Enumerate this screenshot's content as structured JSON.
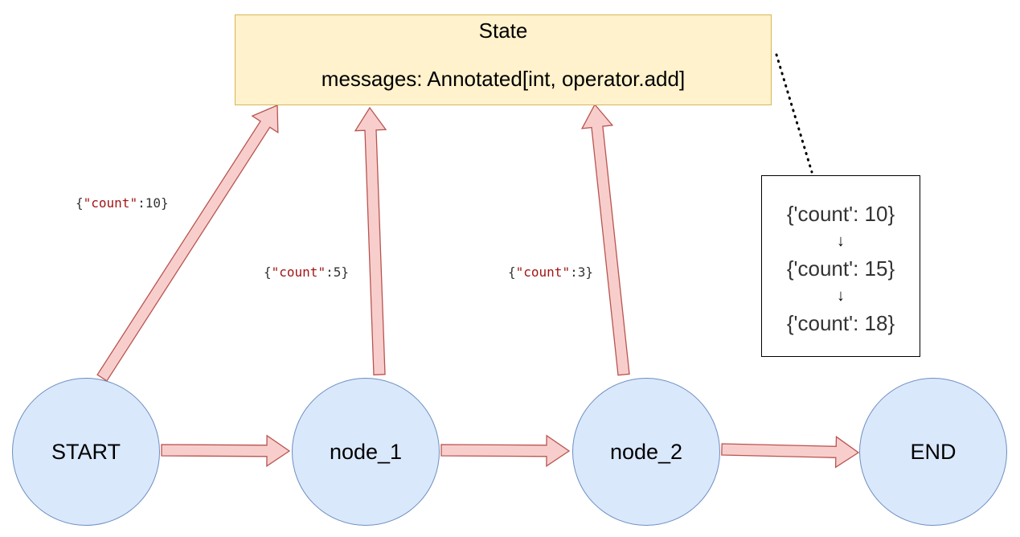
{
  "state": {
    "title": "State",
    "field": "messages: Annotated[int, operator.add]"
  },
  "nodes": {
    "start": "START",
    "node1": "node_1",
    "node2": "node_2",
    "end": "END"
  },
  "edge_labels": {
    "start_update": {
      "open": "{",
      "key": "\"count\"",
      "rest": ":10}"
    },
    "node1_update": {
      "open": "{",
      "key": "\"count\"",
      "rest": ":5}"
    },
    "node2_update": {
      "open": "{",
      "key": "\"count\"",
      "rest": ":3}"
    }
  },
  "note": {
    "line1": "{'count': 10}",
    "arrow1": "↓",
    "line2": "{'count': 15}",
    "arrow2": "↓",
    "line3": "{'count': 18}"
  },
  "colors": {
    "state_fill": "#fff2cc",
    "state_stroke": "#d6b656",
    "node_fill": "#dae8fc",
    "node_stroke": "#6c8ebf",
    "arrow_fill": "#f8cecc",
    "arrow_stroke": "#b85450",
    "json_key": "#a31515"
  }
}
